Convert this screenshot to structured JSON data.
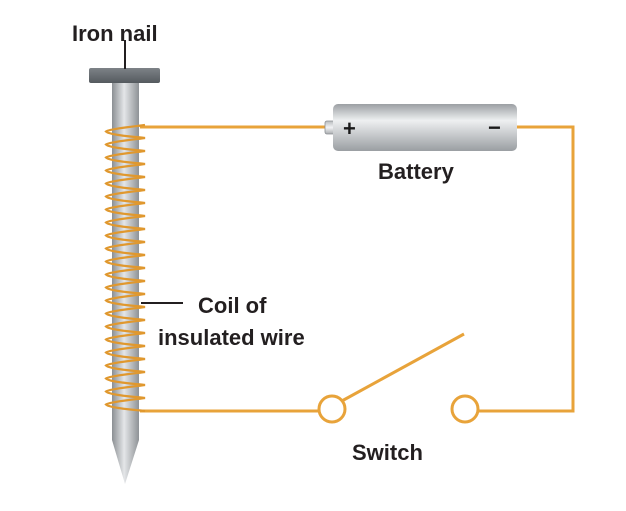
{
  "labels": {
    "iron_nail": "Iron nail",
    "battery": "Battery",
    "coil_line1": "Coil of",
    "coil_line2": "insulated wire",
    "switch": "Switch",
    "battery_plus": "+",
    "battery_minus": "−"
  },
  "colors": {
    "wire": "#E8A33A",
    "nail": "#A7AAAD",
    "nail_head": "#6B7075",
    "battery_body": "#C6C9CC",
    "label_text": "#231F20"
  },
  "icons": [
    "iron-nail",
    "battery",
    "coil",
    "switch"
  ]
}
